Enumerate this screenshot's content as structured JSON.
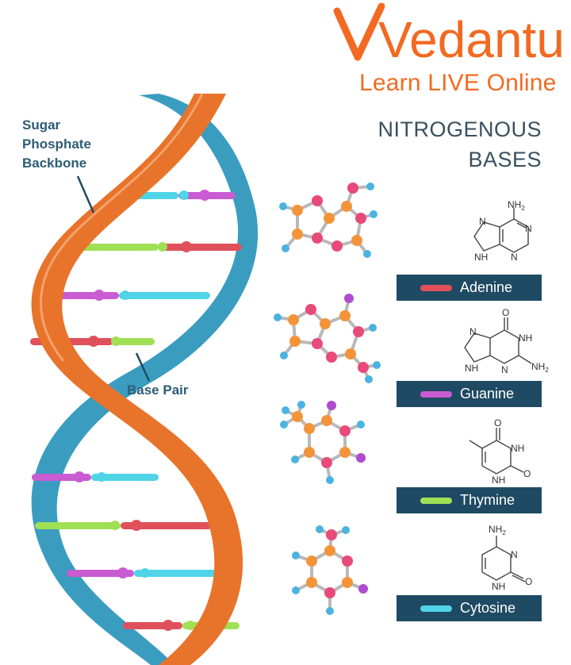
{
  "brand": {
    "logo_text": "Vedantu",
    "tagline": "Learn LIVE Online"
  },
  "title": {
    "line1": "NITROGENOUS",
    "line2": "BASES"
  },
  "labels": {
    "backbone_line1": "Sugar",
    "backbone_line2": "Phosphate",
    "backbone_line3": "Backbone",
    "base_pair": "Base Pair"
  },
  "colors": {
    "brand_orange": "#f26a21",
    "strand_orange": "#e8732a",
    "strand_blue": "#3a9dc0",
    "adenine": "#e0505a",
    "guanine": "#c95bd3",
    "thymine": "#9fe055",
    "cytosine": "#4fd4e8",
    "legend_bg": "#1f4a63"
  },
  "bases": [
    {
      "name": "Adenine",
      "color": "#e0505a",
      "atoms": {
        "nh2": "NH",
        "nh2_sub": "2",
        "n1": "N",
        "n2": "N",
        "n3": "N",
        "nh": "NH"
      }
    },
    {
      "name": "Guanine",
      "color": "#c95bd3",
      "atoms": {
        "o": "O",
        "nh": "NH",
        "n1": "N",
        "n2": "N",
        "nh_ring": "NH",
        "nh2": "NH",
        "nh2_sub": "2"
      }
    },
    {
      "name": "Thymine",
      "color": "#9fe055",
      "atoms": {
        "o1": "O",
        "nh": "NH",
        "nh_ring": "NH",
        "o2": "O"
      }
    },
    {
      "name": "Cytosine",
      "color": "#4fd4e8",
      "atoms": {
        "nh2": "NH",
        "nh2_sub": "2",
        "n": "N",
        "nh": "NH",
        "o": "O"
      }
    }
  ]
}
